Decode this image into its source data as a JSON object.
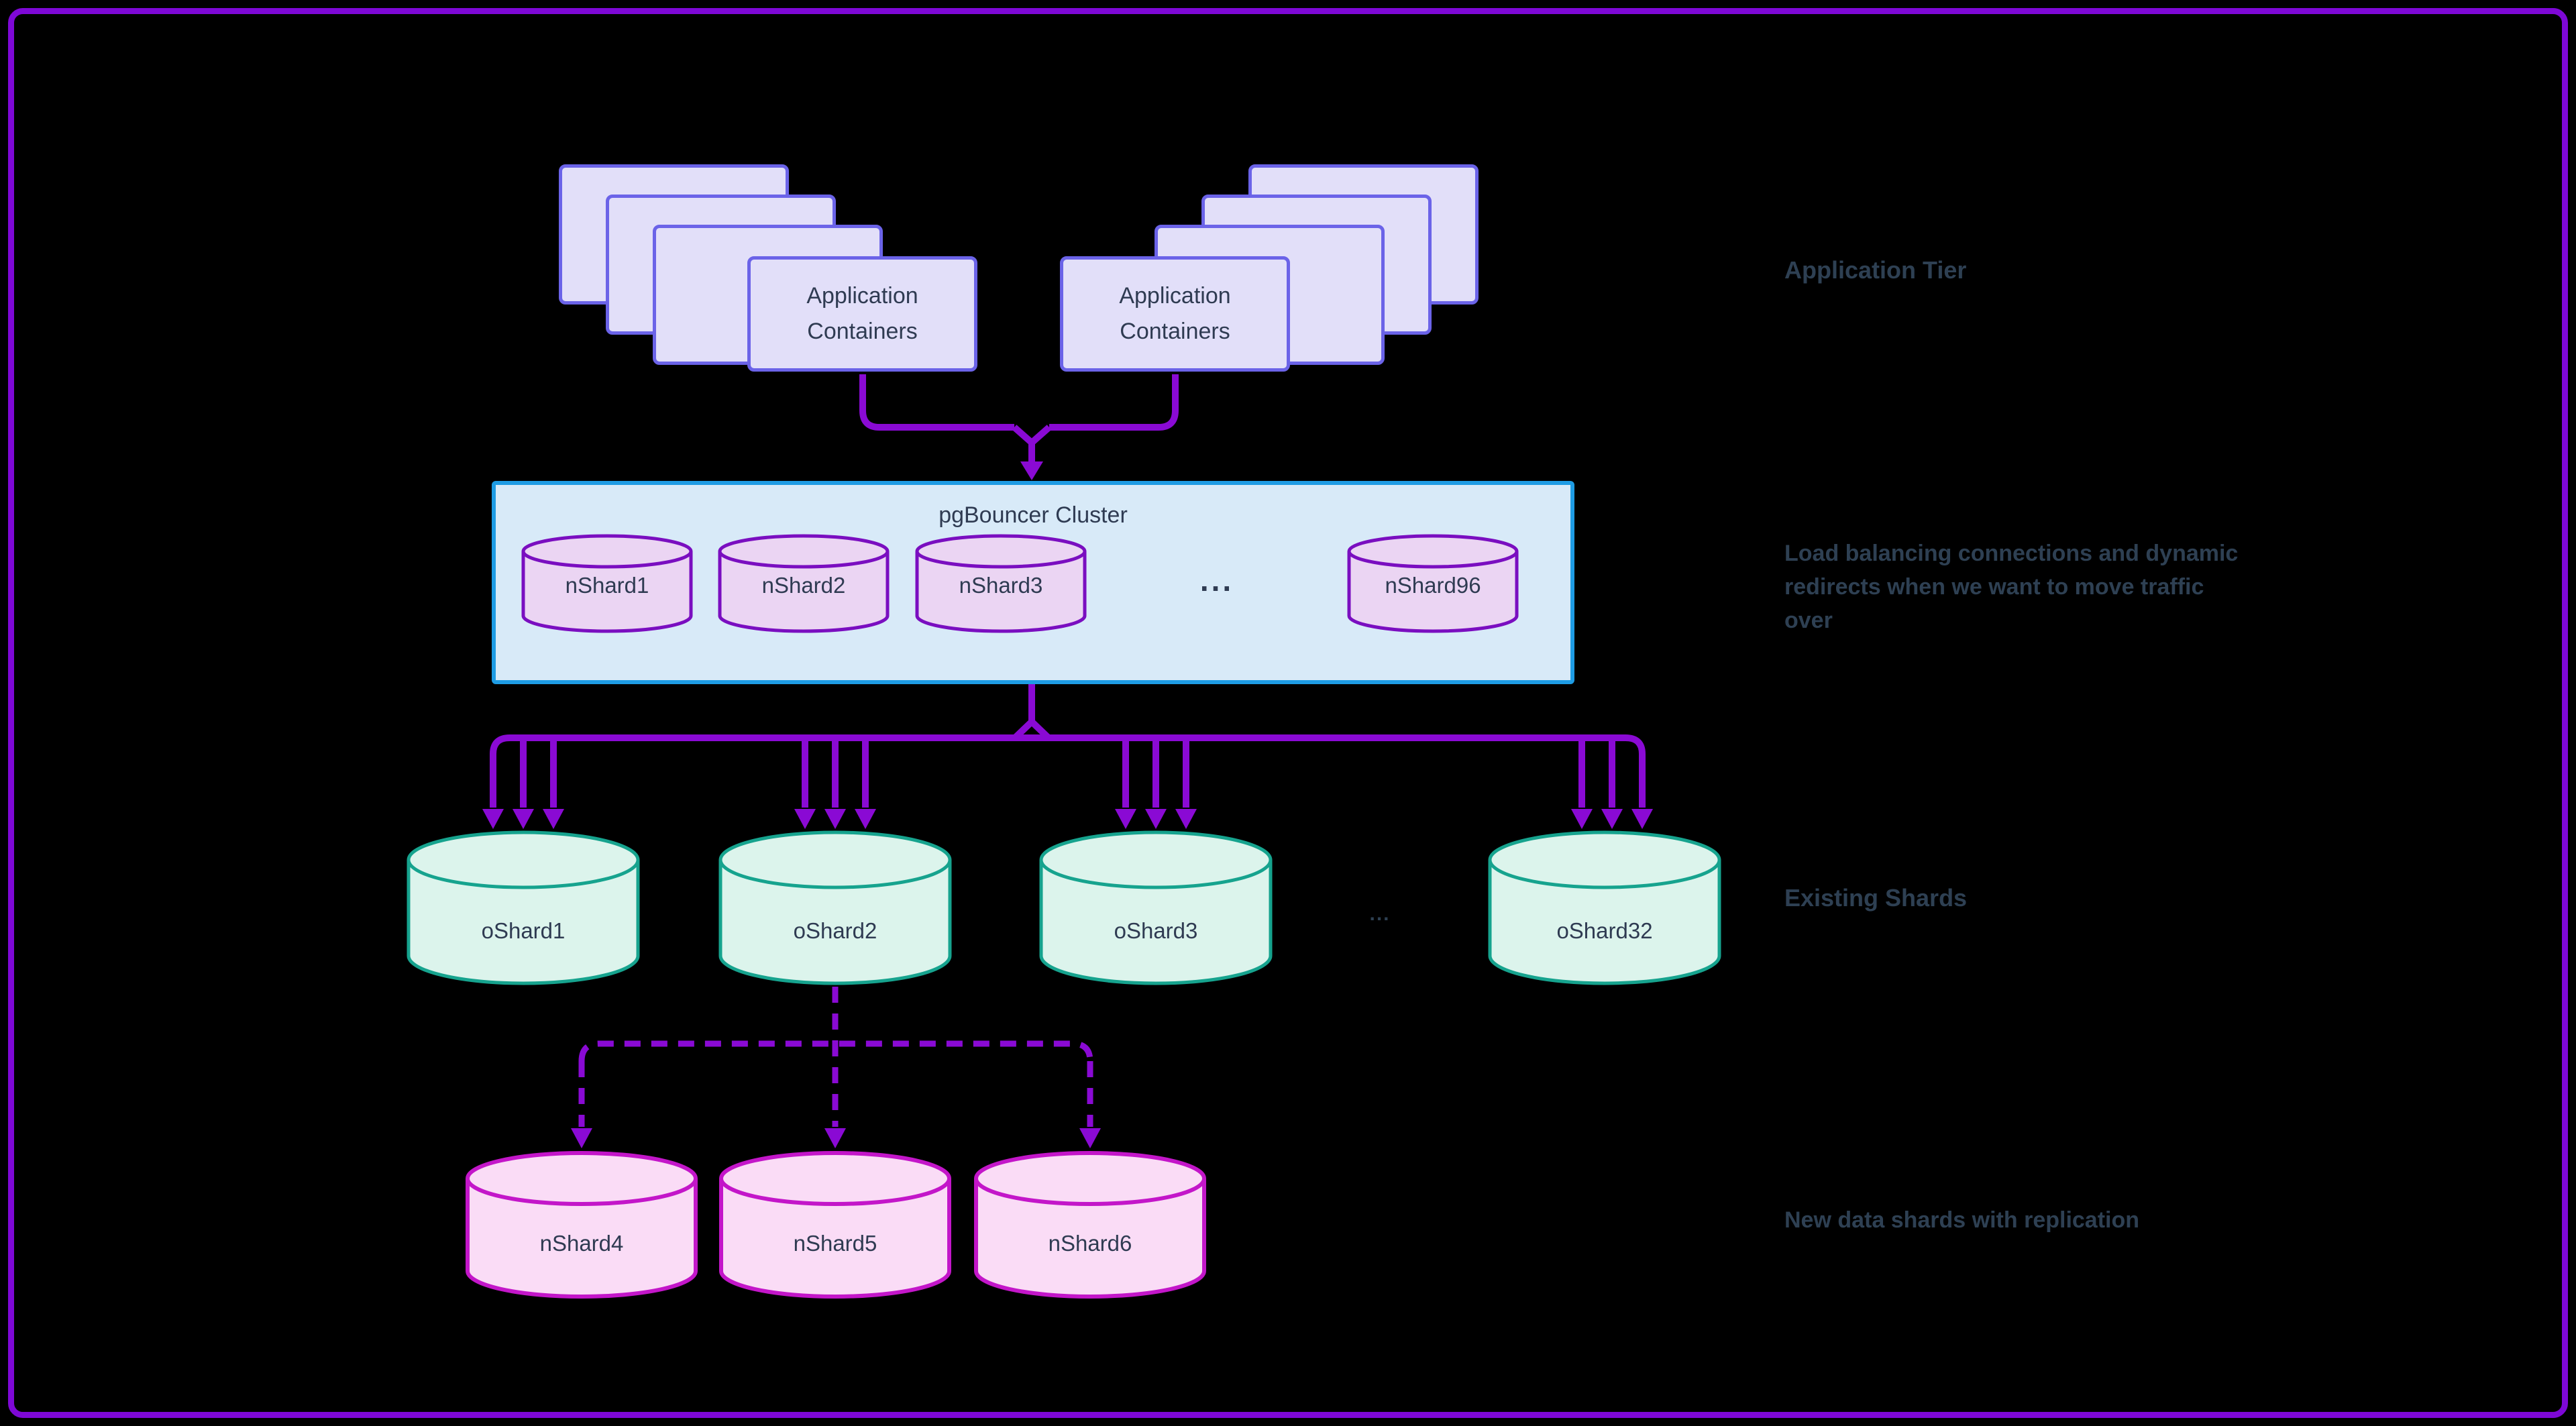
{
  "frame": {
    "border_color": "#7E08D6",
    "background": "#000000"
  },
  "app_tier": {
    "stacks": [
      {
        "label": "Application\nContainers"
      },
      {
        "label": "Application\nContainers"
      }
    ],
    "side_label": "Application Tier",
    "box_fill": "#E2DFF9",
    "box_border": "#6B63E8"
  },
  "pgbouncer": {
    "title": "pgBouncer Cluster",
    "shards": [
      "nShard1",
      "nShard2",
      "nShard3",
      "nShard96"
    ],
    "ellipsis": "...",
    "side_label": "Load balancing connections and dynamic\nredirects when we want to move traffic\nover",
    "box_fill": "#D8EAF8",
    "box_border": "#1E9CE4",
    "cylinder_fill": "#EBD5F3",
    "cylinder_border": "#7A0EC0"
  },
  "existing_shards": {
    "shards": [
      "oShard1",
      "oShard2",
      "oShard3",
      "oShard32"
    ],
    "ellipsis": "...",
    "side_label": "Existing Shards",
    "cylinder_fill": "#DCF4EC",
    "cylinder_border": "#16A38E"
  },
  "new_shards": {
    "shards": [
      "nShard4",
      "nShard5",
      "nShard6"
    ],
    "side_label": "New data shards with replication",
    "cylinder_fill": "#FADCF6",
    "cylinder_border": "#C316C9"
  },
  "colors": {
    "connector": "#8A0AD4",
    "node_text": "#2F3B52",
    "side_text": "#2E4053"
  }
}
